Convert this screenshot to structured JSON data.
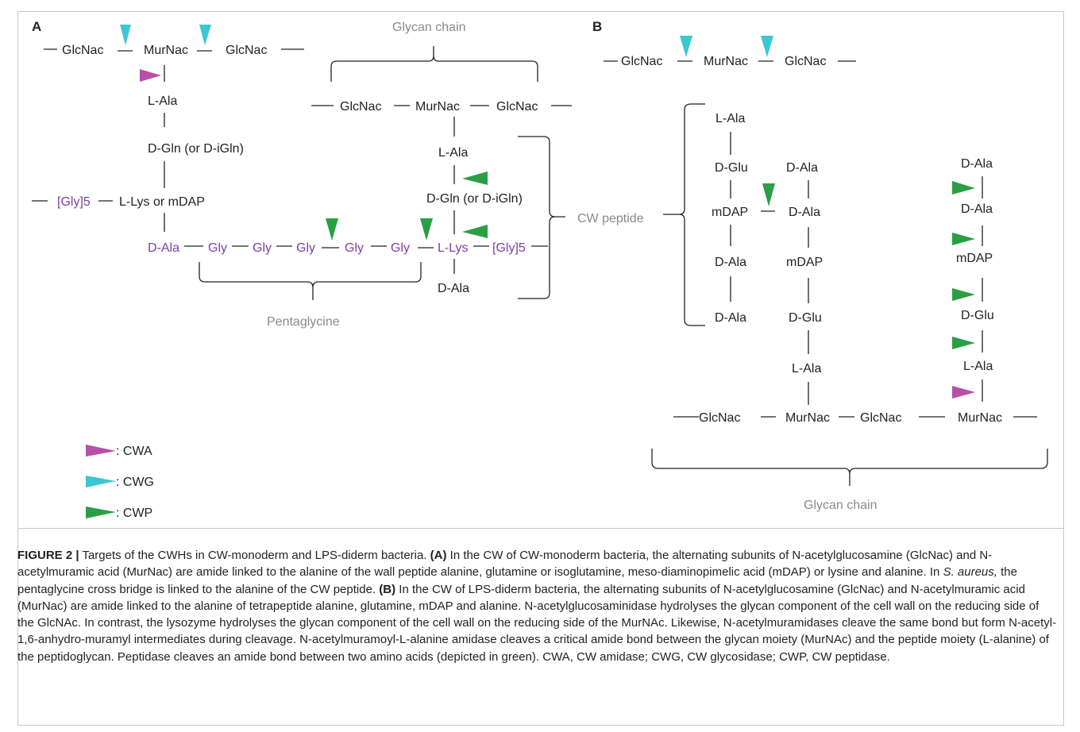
{
  "colors": {
    "cwa": "#b84fa8",
    "cwg": "#3cc6d3",
    "cwp": "#2a9f46",
    "gly": "#7b3fa0",
    "dark": "#222222",
    "grey": "#8a8a8a"
  },
  "panelA": {
    "label": "A",
    "top": {
      "n1": "GlcNac",
      "n2": "MurNac",
      "n3": "GlcNac"
    },
    "stem": [
      "L-Ala",
      "D-Gln (or D-iGln)",
      "L-Lys or mDAP"
    ],
    "gly5_left": "[Gly]5",
    "dala_left": "D-Ala",
    "bridge": [
      "Gly",
      "Gly",
      "Gly",
      "Gly",
      "Gly"
    ],
    "glycan_label": "Glycan chain",
    "mid_glycan": {
      "n1": "GlcNac",
      "n2": "MurNac",
      "n3": "GlcNac"
    },
    "stem2": [
      "L-Ala",
      "D-Gln (or D-iGln)",
      "L-Lys",
      "D-Ala"
    ],
    "gly5_right": "[Gly]5",
    "cw_peptide": "CW peptide",
    "pentaglycine": "Pentaglycine"
  },
  "panelB": {
    "label": "B",
    "top": {
      "n1": "GlcNac",
      "n2": "MurNac",
      "n3": "GlcNac"
    },
    "col1": [
      "L-Ala",
      "D-Glu",
      "mDAP",
      "D-Ala",
      "D-Ala"
    ],
    "col2": [
      "D-Ala",
      "D-Ala",
      "mDAP",
      "D-Glu",
      "L-Ala"
    ],
    "col3": [
      "D-Ala",
      "D-Ala",
      "mDAP",
      "D-Glu",
      "L-Ala"
    ],
    "bottom": {
      "n1": "GlcNac",
      "n2": "MurNac",
      "n3": "GlcNac",
      "n4": "MurNac"
    },
    "glycan_label": "Glycan chain"
  },
  "legend": {
    "cwa": ": CWA",
    "cwg": ": CWG",
    "cwp": ": CWP"
  },
  "caption": {
    "figure_label": "FIGURE 2 |",
    "part1": " Targets of the CWHs in CW-monoderm and LPS-diderm bacteria. ",
    "a_label": "(A)",
    "part2": " In the CW of CW-monoderm bacteria, the alternating subunits of N-acetylglucosamine (GlcNac) and N-acetylmuramic acid (MurNac) are amide linked to the alanine of the wall peptide alanine, glutamine or isoglutamine, meso-diaminopimelic acid (mDAP) or lysine and alanine. In ",
    "species": "S. aureus,",
    "part3": " the pentaglycine cross bridge is linked to the alanine of the CW peptide. ",
    "b_label": "(B)",
    "part4": " In the CW of LPS-diderm bacteria, the alternating subunits of N-acetylglucosamine (GlcNac) and N-acetylmuramic acid (MurNac) are amide linked to the alanine of tetrapeptide alanine, glutamine, mDAP and alanine. N-acetylglucosaminidase hydrolyses the glycan component of the cell wall on the reducing side of the GlcNAc. In contrast, the lysozyme hydrolyses the glycan component of the cell wall on the reducing side of the MurNAc. Likewise, N-acetylmuramidases cleave the same bond but form N-acetyl-1,6-anhydro-muramyl intermediates during cleavage. N-acetylmuramoyl-L-alanine amidase cleaves a critical amide bond between the glycan moiety (MurNAc) and the peptide moiety (L-alanine) of the peptidoglycan. Peptidase cleaves an amide bond between two amino acids (depicted in green). CWA, CW amidase; CWG, CW glycosidase; CWP, CW peptidase."
  }
}
